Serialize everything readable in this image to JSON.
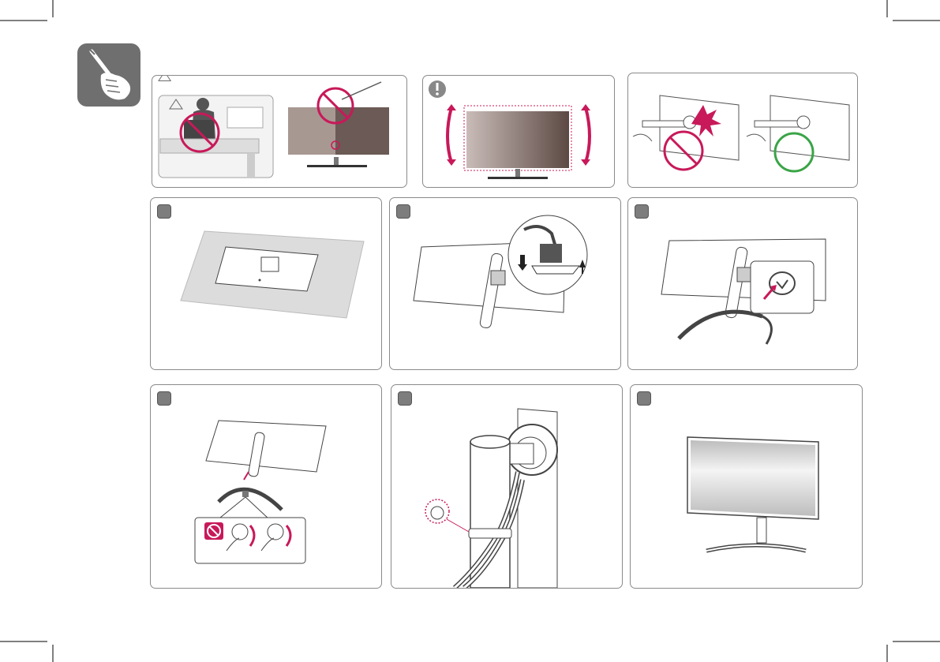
{
  "document": {
    "type": "monitor stand assembly guide",
    "section_icon": "screwdriver-in-hand-icon",
    "colors": {
      "prohibit": "#c8195a",
      "ok": "#3aa447",
      "badge": "#6f6f6f",
      "outline": "#8a8a8a"
    }
  },
  "top_row": [
    {
      "id": "caution",
      "icon": "warning-triangle-icon",
      "items": [
        "do-not-drop-monitor",
        "do-not-press-screen"
      ]
    },
    {
      "id": "notice",
      "icon": "exclamation-notice-icon",
      "items": [
        "handle-screen-edges-when-tilting"
      ]
    },
    {
      "id": "cable",
      "icon": "cable-warning-icon",
      "items": [
        "incorrect-cable-connection",
        "correct-cable-connection"
      ]
    }
  ],
  "steps": [
    {
      "id": "step-1",
      "icon": "monitor-facedown-icon"
    },
    {
      "id": "step-2",
      "icon": "attach-stand-body-icon"
    },
    {
      "id": "step-3",
      "icon": "push-cover-icon"
    },
    {
      "id": "step-4",
      "icon": "attach-base-screw-icon"
    },
    {
      "id": "step-5",
      "icon": "cable-holder-icon"
    },
    {
      "id": "step-6",
      "icon": "assembled-monitor-icon"
    }
  ]
}
